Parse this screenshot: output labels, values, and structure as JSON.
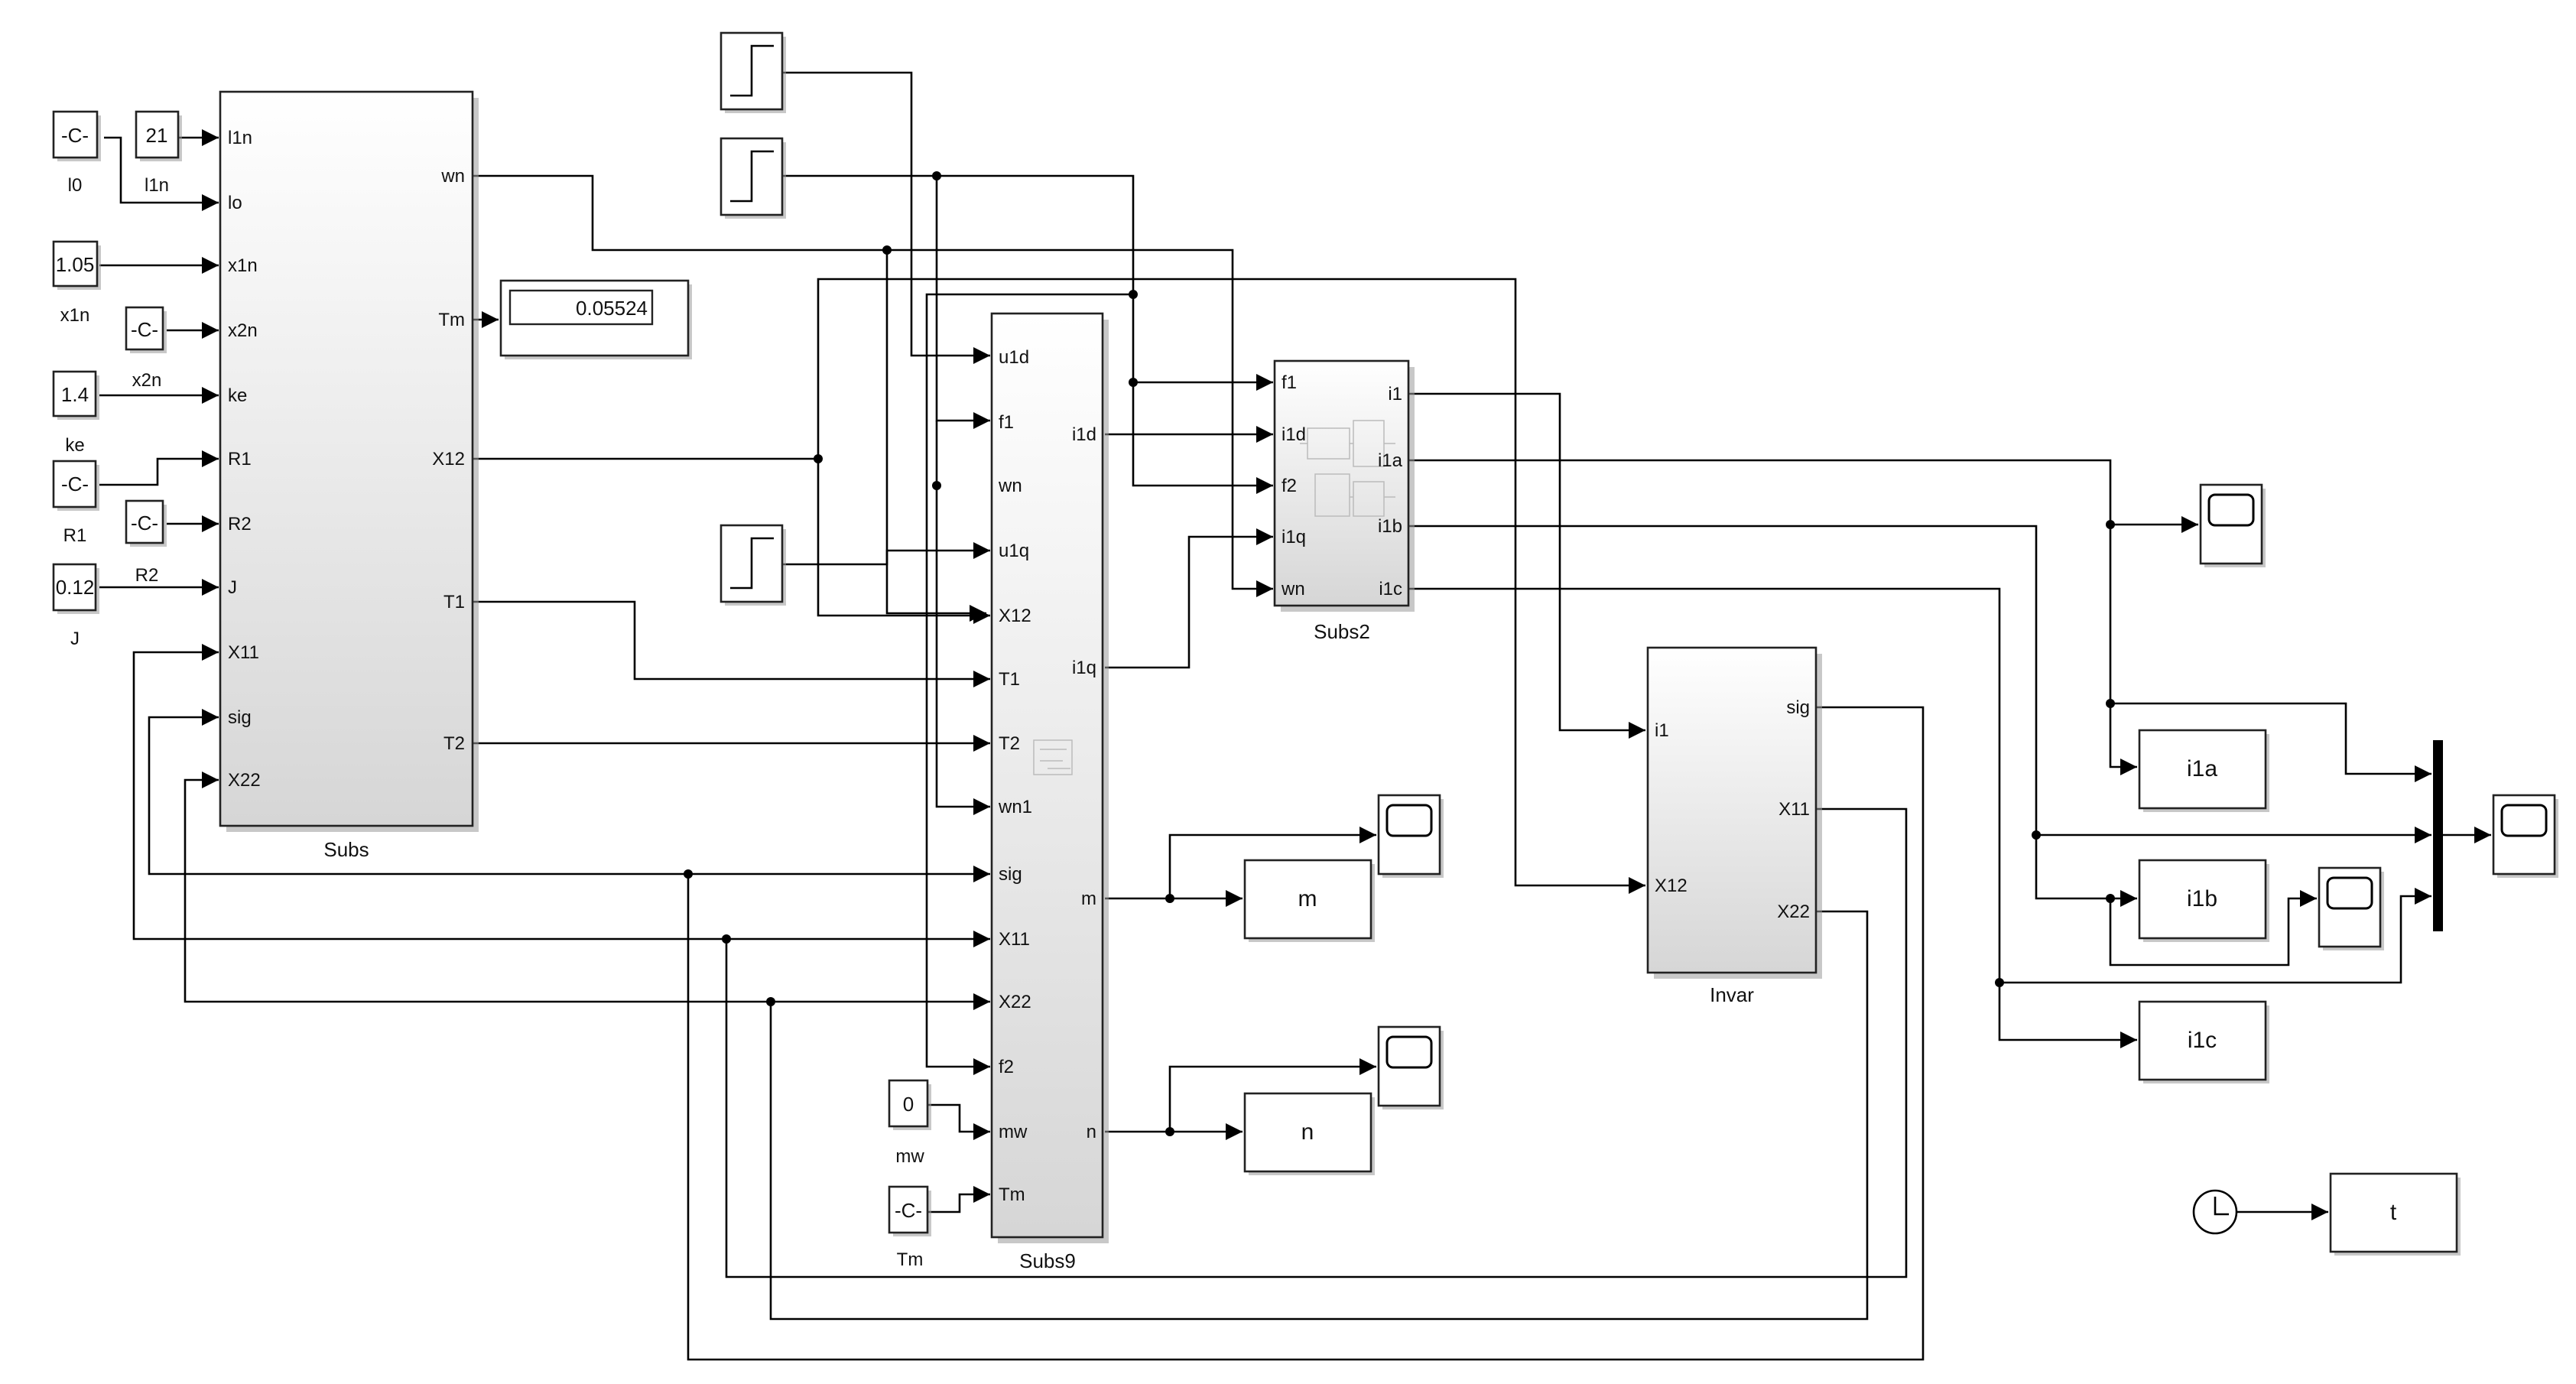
{
  "blocks": {
    "subs": {
      "name": "Subs",
      "inputs": [
        "l1n",
        "lo",
        "x1n",
        "x2n",
        "ke",
        "R1",
        "R2",
        "J",
        "X11",
        "sig",
        "X22"
      ],
      "outputs": [
        "wn",
        "Tm",
        "X12",
        "T1",
        "T2"
      ]
    },
    "subs9": {
      "name": "Subs9",
      "inputs": [
        "u1d",
        "f1",
        "wn",
        "u1q",
        "X12",
        "T1",
        "T2",
        "wn1",
        "sig",
        "X11",
        "X22",
        "f2",
        "mw",
        "Tm"
      ],
      "outputs": [
        "i1d",
        "i1q",
        "m",
        "n"
      ]
    },
    "subs2": {
      "name": "Subs2",
      "inputs": [
        "f1",
        "i1d",
        "f2",
        "i1q",
        "wn"
      ],
      "outputs": [
        "i1",
        "i1a",
        "i1b",
        "i1c"
      ]
    },
    "invar": {
      "name": "Invar",
      "inputs": [
        "i1",
        "X12"
      ],
      "outputs": [
        "sig",
        "X11",
        "X22"
      ]
    }
  },
  "constants": [
    {
      "id": "l0",
      "value": "-C-",
      "label": "l0"
    },
    {
      "id": "l1n",
      "value": "21",
      "label": "l1n"
    },
    {
      "id": "x1n",
      "value": "1.05",
      "label": "x1n"
    },
    {
      "id": "x2n",
      "value": "-C-",
      "label": "x2n"
    },
    {
      "id": "ke",
      "value": "1.4",
      "label": "ke"
    },
    {
      "id": "R1",
      "value": "-C-",
      "label": "R1"
    },
    {
      "id": "R2",
      "value": "-C-",
      "label": "R2"
    },
    {
      "id": "J",
      "value": "0.12",
      "label": "J"
    },
    {
      "id": "mw",
      "value": "0",
      "label": "mw"
    },
    {
      "id": "Tm",
      "value": "-C-",
      "label": "Tm"
    }
  ],
  "display": {
    "value": "0.05524"
  },
  "to_workspace": [
    {
      "id": "m",
      "label": "m"
    },
    {
      "id": "n",
      "label": "n"
    },
    {
      "id": "i1a",
      "label": "i1a"
    },
    {
      "id": "i1b",
      "label": "i1b"
    },
    {
      "id": "i1c",
      "label": "i1c"
    },
    {
      "id": "t",
      "label": "t"
    }
  ],
  "icons": {
    "step": "step-icon",
    "scope": "scope-icon",
    "clock": "clock-icon",
    "mux": "mux-bar"
  },
  "colors": {
    "block_top": "#ffffff",
    "block_bottom": "#d8d8d8",
    "wire": "#000000"
  }
}
